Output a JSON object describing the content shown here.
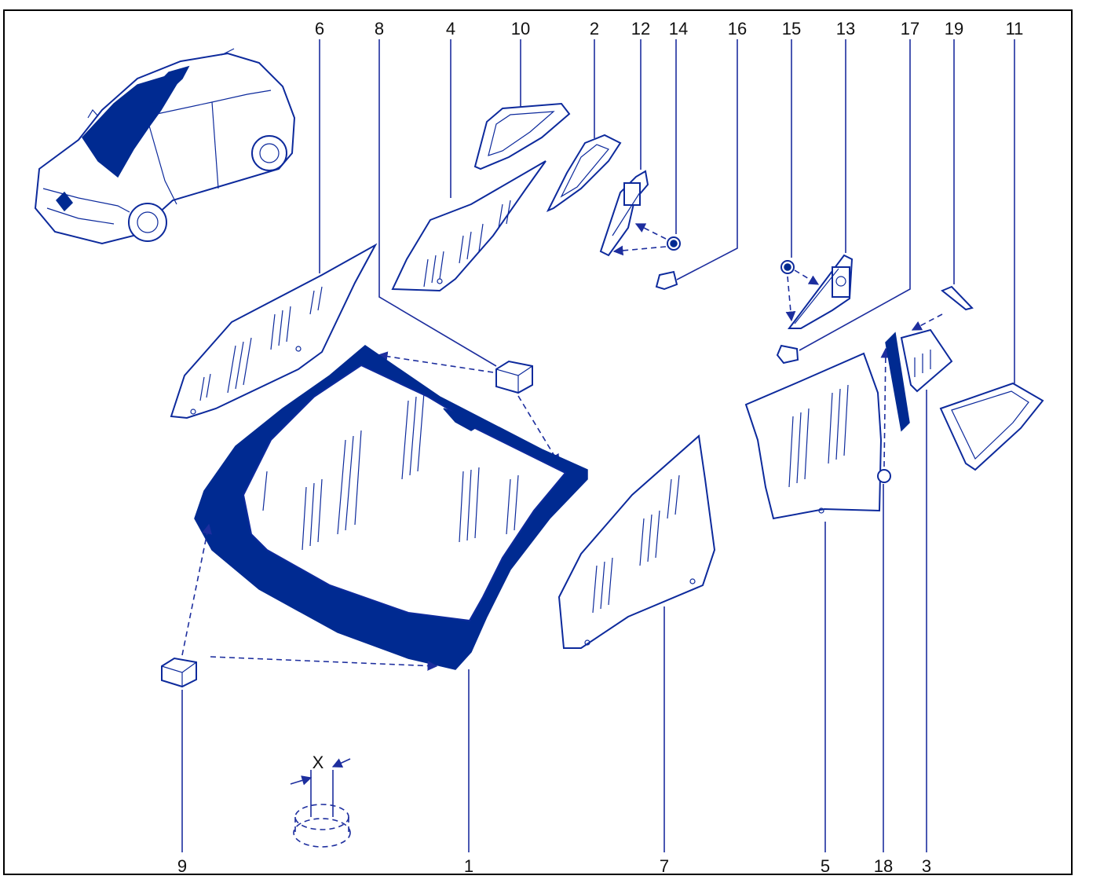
{
  "diagram": {
    "part_numbers": [
      "6",
      "8",
      "4",
      "10",
      "2",
      "12",
      "14",
      "16",
      "15",
      "13",
      "17",
      "19",
      "11",
      "9",
      "1",
      "7",
      "5",
      "18",
      "3"
    ],
    "dimension_label": "X",
    "colors": {
      "outline": "#0d2a9c",
      "fill": "#002a91",
      "labels": "#111111",
      "frame": "#000000"
    }
  }
}
